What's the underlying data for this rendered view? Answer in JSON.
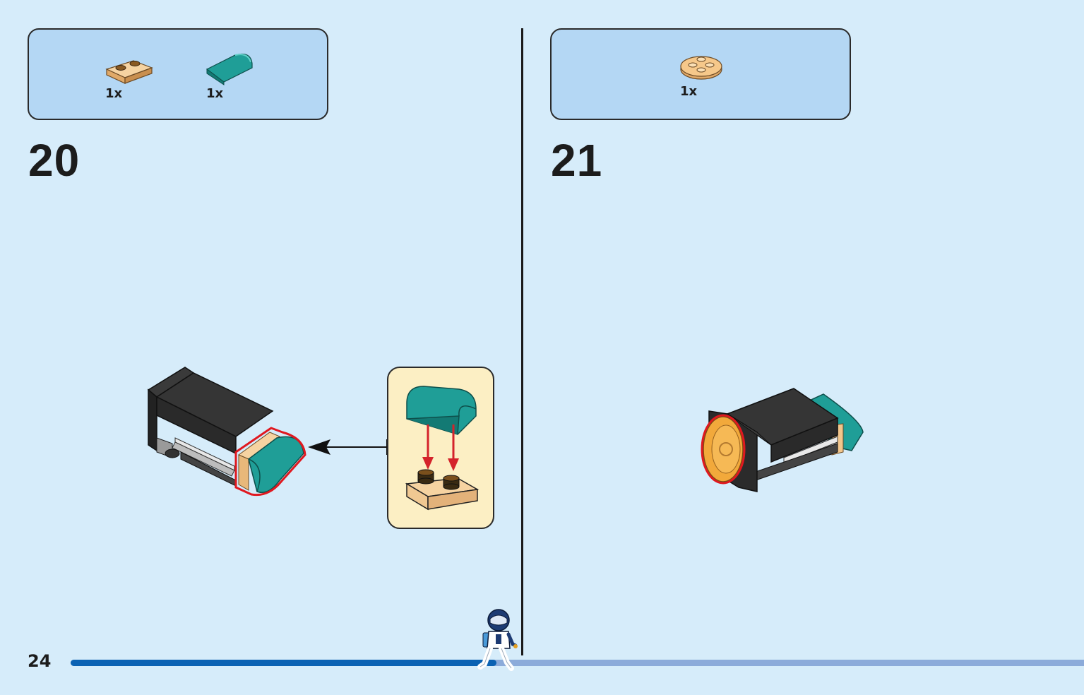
{
  "steps": [
    {
      "number": "20",
      "parts": [
        {
          "icon": "tan-plate-1x2-icon",
          "qty": "1x"
        },
        {
          "icon": "teal-curved-slope-icon",
          "qty": "1x"
        }
      ]
    },
    {
      "number": "21",
      "parts": [
        {
          "icon": "tan-round-plate-2x2-icon",
          "qty": "1x"
        }
      ]
    }
  ],
  "footer": {
    "page_number": "24",
    "progress_percent": 42
  },
  "colors": {
    "page_bg": "#d6ecfa",
    "parts_box_bg": "#b4d7f4",
    "callout_bg": "#fcefc4",
    "teal": "#1f9e97",
    "tan": "#f2c68c",
    "black_brick": "#2f2f2f",
    "highlight": "#e0181f",
    "arrow_red": "#d4232b",
    "progress_done": "#0b62b3",
    "progress_remaining": "#8cabda"
  }
}
